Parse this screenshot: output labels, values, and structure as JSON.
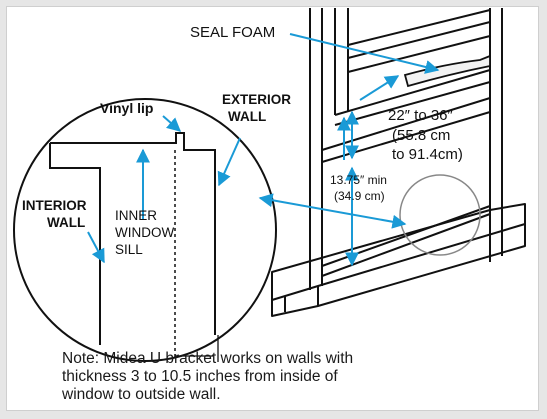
{
  "labels": {
    "seal_foam": "SEAL FOAM",
    "vinyl_lip": "Vinyl lip",
    "exterior_wall": [
      "EXTERIOR",
      "WALL"
    ],
    "interior_wall": [
      "INTERIOR",
      "WALL"
    ],
    "inner_window_sill": [
      "INNER",
      "WINDOW",
      "SILL"
    ],
    "height_range": [
      "22″ to 36″",
      "(55.8 cm",
      "to 91.4cm)"
    ],
    "min_height": [
      "13.75″ min",
      "(34.9 cm)"
    ]
  },
  "note": [
    "Note: Midea U bracket works on walls with",
    "thickness 3 to 10.5 inches from inside of",
    "window to outside wall."
  ],
  "colors": {
    "arrow": "#1a9ad6",
    "line": "#111111",
    "circle": "#888888",
    "background": "#ffffff",
    "border": "#e6e6e6"
  }
}
